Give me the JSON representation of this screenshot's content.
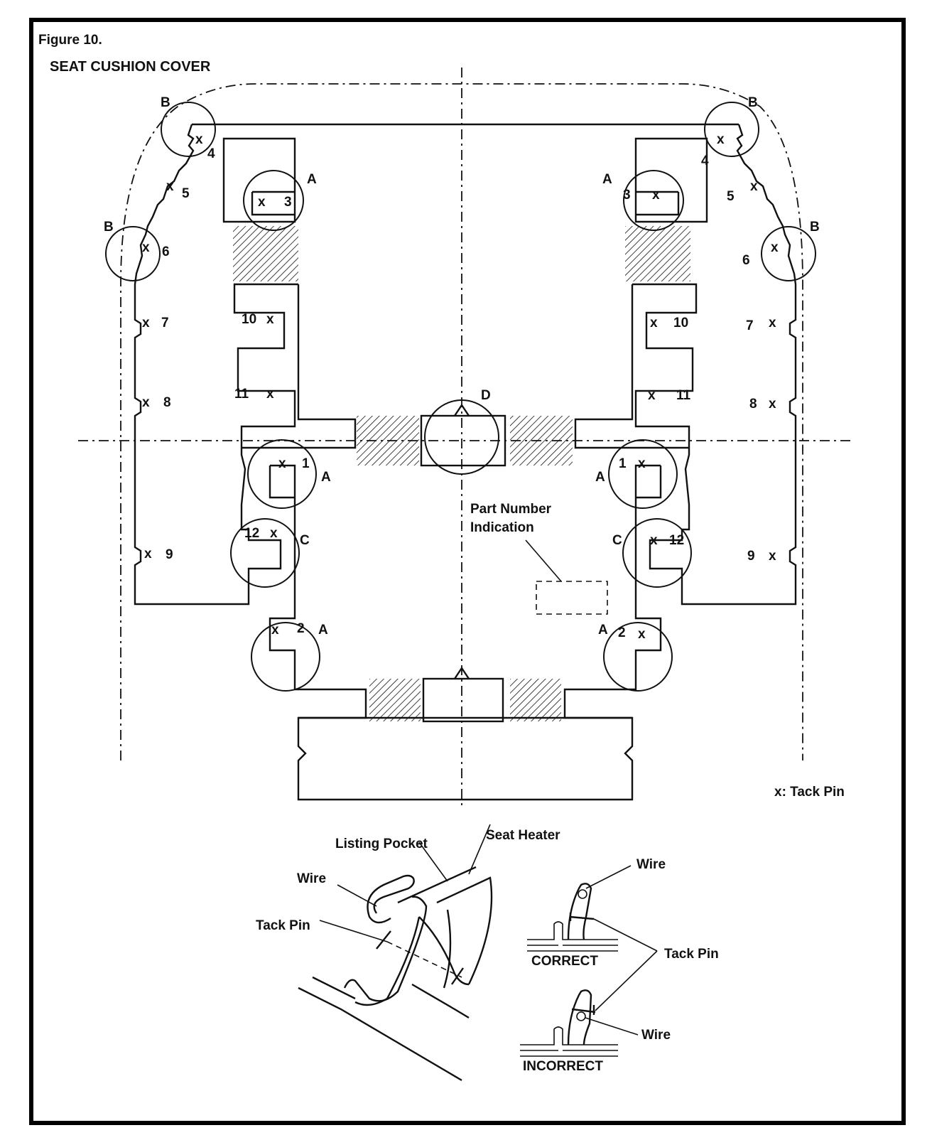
{
  "figure": {
    "number": "Figure 10.",
    "title": "SEAT CUSHION COVER",
    "legend": "x: Tack Pin"
  },
  "markers": {
    "tack": "x",
    "a": "A",
    "b": "B",
    "c": "C",
    "d": "D"
  },
  "points": {
    "p1": "1",
    "p2": "2",
    "p3": "3",
    "p4": "4",
    "p5": "5",
    "p6": "6",
    "p7": "7",
    "p8": "8",
    "p9": "9",
    "p10": "10",
    "p11": "11",
    "p12": "12"
  },
  "labels": {
    "part_number": "Part Number",
    "indication": "Indication"
  },
  "detail": {
    "listing_pocket": "Listing Pocket",
    "seat_heater": "Seat Heater",
    "wire": "Wire",
    "tack_pin": "Tack Pin",
    "correct": "CORRECT",
    "incorrect": "INCORRECT"
  }
}
